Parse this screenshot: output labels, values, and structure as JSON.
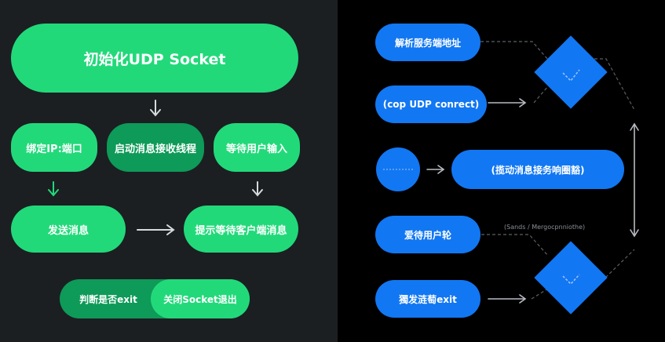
{
  "left_flow": {
    "init": "初始化UDP Socket",
    "bind": "绑定IP:端口",
    "start_thread": "启动消息接收线程",
    "wait_input": "等待用户输入",
    "send": "发送消息",
    "prompt": "提示等待客户端消息",
    "judge_exit": "判断是否exit",
    "close_exit": "关闭Socket退出"
  },
  "right_flow": {
    "parse_addr": "解析服务端地址",
    "udp_connect": "(cop UDP conrect)",
    "start_recv": "(揽动消息接务响圈豁)",
    "wait_user": "爱待用户轮",
    "send_exit": "獨发涟萄exit",
    "annotation": "(Sands / Mergocpnniothe)"
  },
  "colors": {
    "green_light": "#22d97a",
    "green_dark": "#0e9a58",
    "blue": "#1277f2",
    "left_background": "#1b1f22",
    "right_background": "#000000"
  }
}
